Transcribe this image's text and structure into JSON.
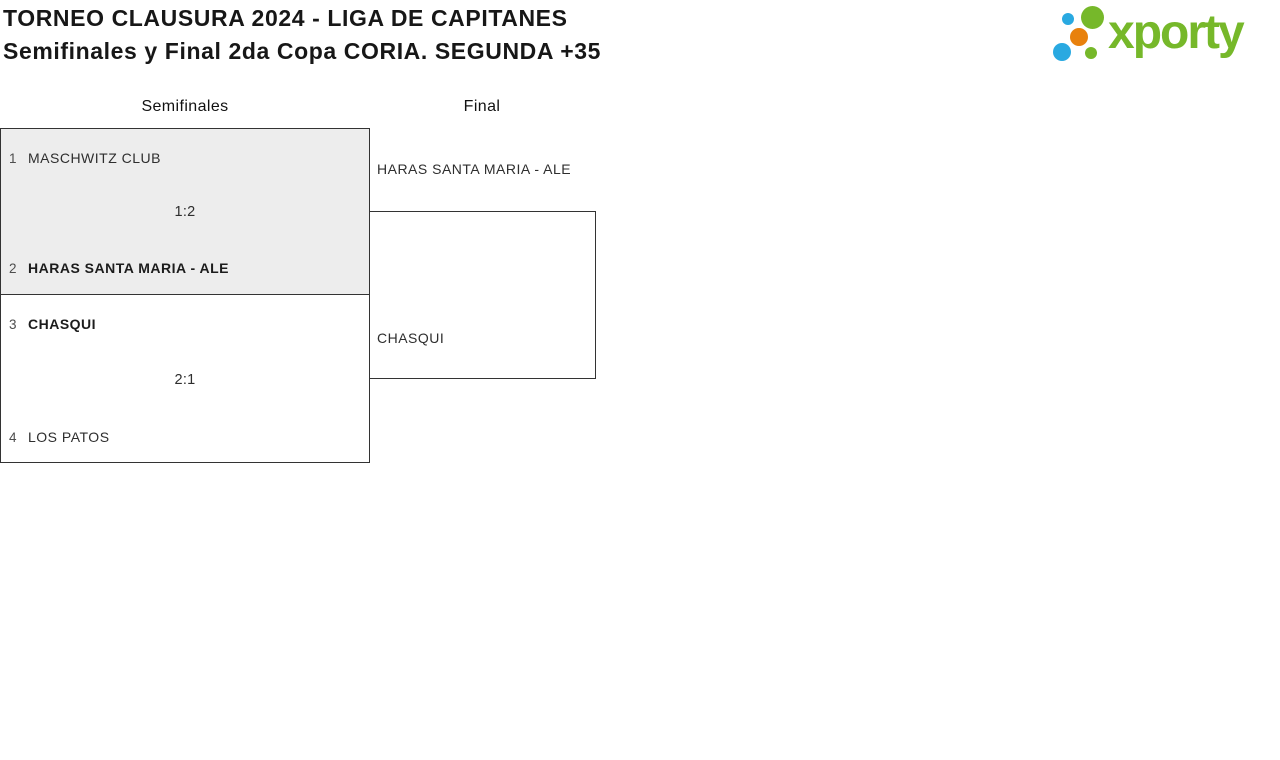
{
  "header": {
    "title_line1": "TORNEO CLAUSURA 2024 - LIGA DE CAPITANES",
    "title_line2": "Semifinales y Final 2da Copa CORIA. SEGUNDA +35"
  },
  "logo": {
    "wordmark": "xporty"
  },
  "bracket": {
    "rounds": [
      {
        "label": "Semifinales",
        "matches": [
          {
            "score": "1:2",
            "teams": [
              {
                "seed": "1",
                "name": "MASCHWITZ CLUB",
                "winner": false
              },
              {
                "seed": "2",
                "name": "HARAS SANTA MARIA - ALE",
                "winner": true
              }
            ]
          },
          {
            "score": "2:1",
            "teams": [
              {
                "seed": "3",
                "name": "CHASQUI",
                "winner": true
              },
              {
                "seed": "4",
                "name": "LOS PATOS",
                "winner": false
              }
            ]
          }
        ]
      },
      {
        "label": "Final",
        "matches": [
          {
            "score": "",
            "teams": [
              {
                "seed": "",
                "name": "HARAS SANTA MARIA - ALE",
                "winner": null
              },
              {
                "seed": "",
                "name": "CHASQUI",
                "winner": null
              }
            ]
          }
        ]
      }
    ]
  },
  "colors": {
    "brand_green": "#76b82a",
    "brand_blue": "#29a9e1",
    "brand_orange": "#e8810d",
    "box_fill_grey": "#ededed",
    "box_border": "#333333",
    "text_dark": "#171717",
    "text_team": "#2e2e2e",
    "text_seed": "#4d4d4d"
  }
}
